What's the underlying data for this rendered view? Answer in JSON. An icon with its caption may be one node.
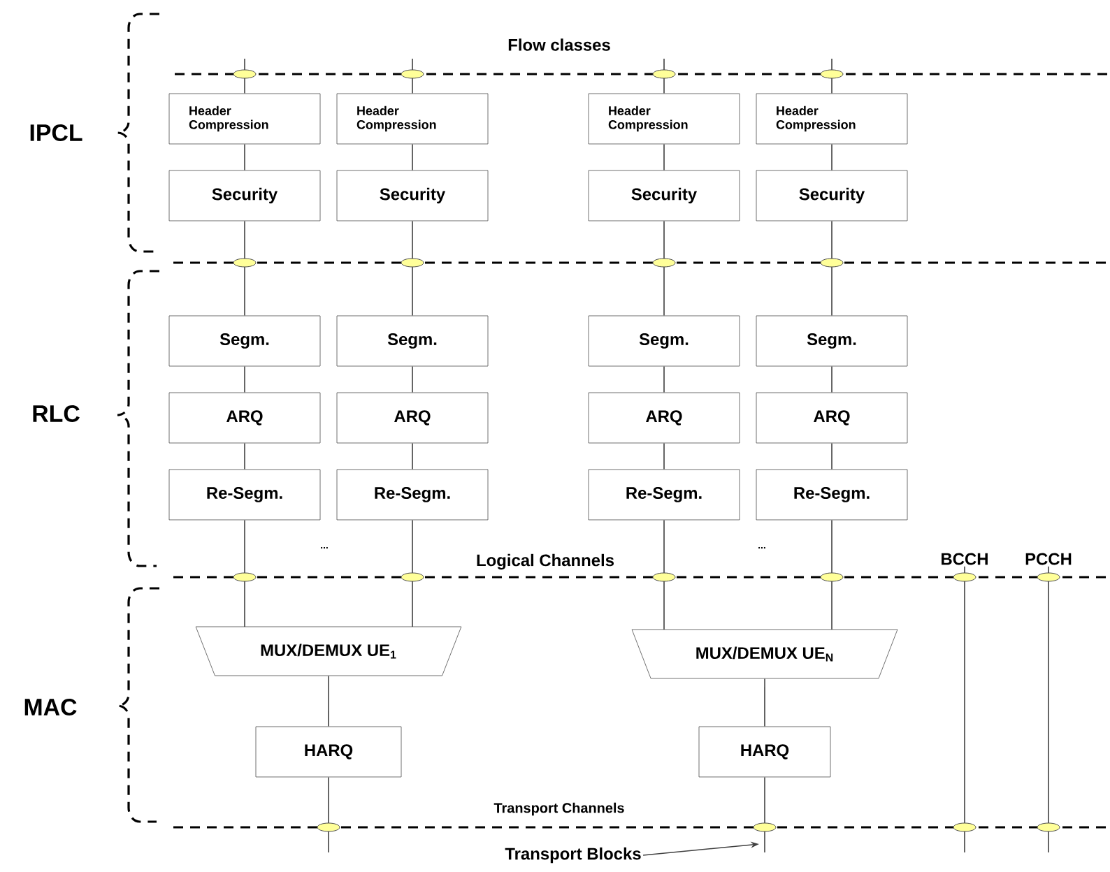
{
  "diagram": {
    "nodes": [
      {
        "text": [
          "Header Compression"
        ]
      },
      {
        "text": [
          "Security"
        ]
      },
      {
        "text": [
          "Segm."
        ]
      },
      {
        "text": [
          "ARQ"
        ]
      },
      {
        "text": [
          "Re-Segm."
        ]
      },
      {
        "text": [
          "Header Compression"
        ]
      },
      {
        "text": [
          "Security"
        ]
      },
      {
        "text": [
          "Segm."
        ]
      },
      {
        "text": [
          "ARQ"
        ]
      },
      {
        "text": [
          "Re-Segm."
        ]
      },
      {
        "text": [
          "Header Compression"
        ]
      },
      {
        "text": [
          "Security"
        ]
      },
      {
        "text": [
          "Segm."
        ]
      },
      {
        "text": [
          "ARQ"
        ]
      },
      {
        "text": [
          "Re-Segm."
        ]
      },
      {
        "text": [
          "Header Compression"
        ]
      },
      {
        "text": [
          "Security"
        ]
      },
      {
        "text": [
          "Segm."
        ]
      },
      {
        "text": [
          "ARQ"
        ]
      },
      {
        "text": [
          "Re-Segm."
        ]
      },
      {
        "text": [
          "MUX/DEMUX UE$_{1}$"
        ]
      },
      {
        "text": [
          "MUX/DEMUX UE$_{N}$"
        ]
      },
      {
        "text": [
          "HARQ"
        ]
      },
      {
        "text": [
          "HARQ"
        ]
      },
      {
        "text": [
          "BCCH"
        ]
      },
      {
        "text": [
          "PCCH"
        ]
      },
      {
        "text": [
          "Transport Blocks"
        ]
      }
    ],
    "edges": [
      {
        "from": null,
        "to": 0,
        "arrow": "none"
      },
      {
        "from": 0,
        "to": 1,
        "arrow": "none"
      },
      {
        "from": 1,
        "to": 2,
        "arrow": "none"
      },
      {
        "from": 2,
        "to": 3,
        "arrow": "none"
      },
      {
        "from": 3,
        "to": 4,
        "arrow": "none"
      },
      {
        "from": 4,
        "to": 20,
        "arrow": "none"
      },
      {
        "from": null,
        "to": 5,
        "arrow": "none"
      },
      {
        "from": 5,
        "to": 6,
        "arrow": "none"
      },
      {
        "from": 6,
        "to": 7,
        "arrow": "none"
      },
      {
        "from": 7,
        "to": 8,
        "arrow": "none"
      },
      {
        "from": 8,
        "to": 9,
        "arrow": "none"
      },
      {
        "from": 9,
        "to": 20,
        "arrow": "none"
      },
      {
        "from": null,
        "to": 10,
        "arrow": "none"
      },
      {
        "from": 10,
        "to": 11,
        "arrow": "none"
      },
      {
        "from": 11,
        "to": 12,
        "arrow": "none"
      },
      {
        "from": 12,
        "to": 13,
        "arrow": "none"
      },
      {
        "from": 13,
        "to": 14,
        "arrow": "none"
      },
      {
        "from": 14,
        "to": 21,
        "arrow": "none"
      },
      {
        "from": null,
        "to": 15,
        "arrow": "none"
      },
      {
        "from": 15,
        "to": 16,
        "arrow": "none"
      },
      {
        "from": 16,
        "to": 17,
        "arrow": "none"
      },
      {
        "from": 17,
        "to": 18,
        "arrow": "none"
      },
      {
        "from": 18,
        "to": 19,
        "arrow": "none"
      },
      {
        "from": 19,
        "to": 21,
        "arrow": "none"
      },
      {
        "from": 20,
        "to": 22,
        "arrow": "none"
      },
      {
        "from": 21,
        "to": 23,
        "arrow": "none"
      },
      {
        "from": 22,
        "to": null,
        "arrow": "none"
      },
      {
        "from": 23,
        "to": null,
        "arrow": "none"
      },
      {
        "from": 24,
        "to": null,
        "arrow": "none"
      },
      {
        "from": 25,
        "to": null,
        "arrow": "none"
      },
      {
        "from": 26,
        "to": null,
        "arrow": "to"
      }
    ],
    "labels": [
      "Flow classes",
      "IPCL",
      "RLC",
      "...",
      "...",
      "Logical Channels",
      "MAC",
      "Transport Channels"
    ]
  }
}
